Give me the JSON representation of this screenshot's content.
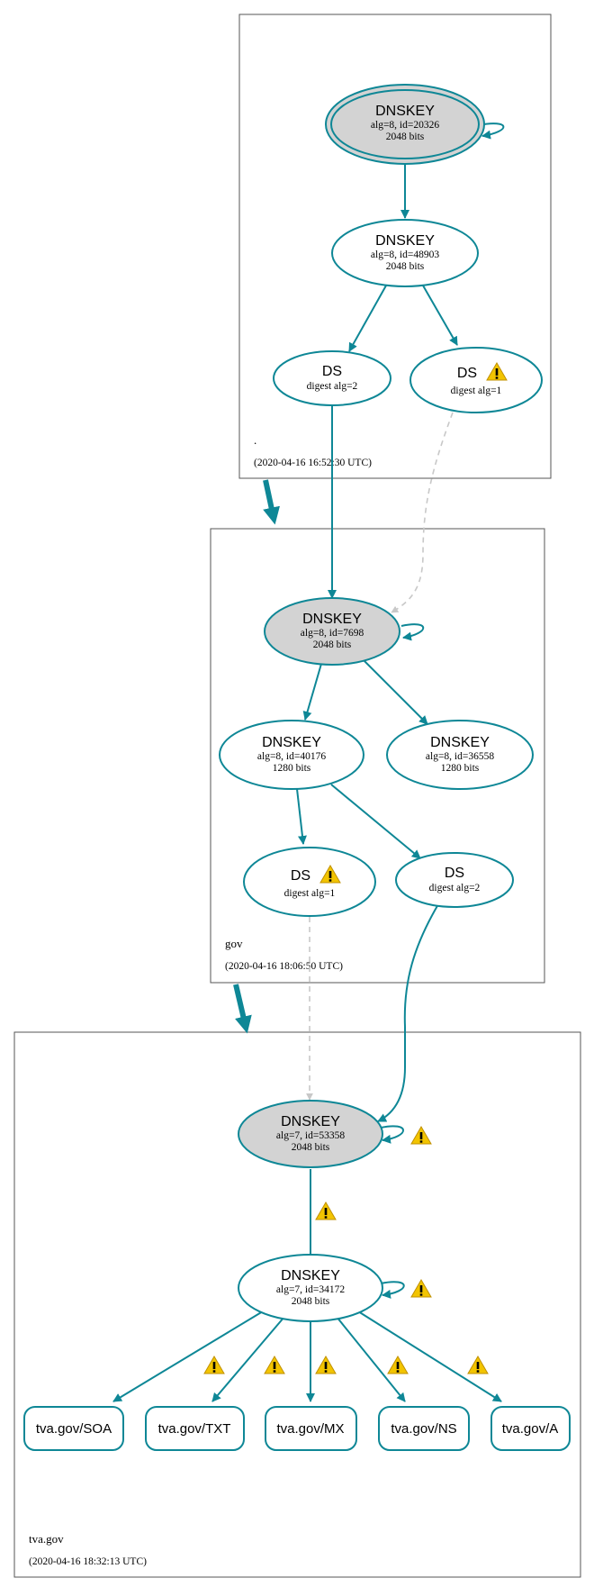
{
  "zones": [
    {
      "id": "root",
      "name": ".",
      "date": "(2020-04-16 16:52:30 UTC)"
    },
    {
      "id": "gov",
      "name": "gov",
      "date": "(2020-04-16 18:06:50 UTC)"
    },
    {
      "id": "tva",
      "name": "tva.gov",
      "date": "(2020-04-16 18:32:13 UTC)"
    }
  ],
  "nodes": {
    "root_ksk": {
      "title": "DNSKEY",
      "lines": [
        "alg=8, id=20326",
        "2048 bits"
      ]
    },
    "root_zsk": {
      "title": "DNSKEY",
      "lines": [
        "alg=8, id=48903",
        "2048 bits"
      ]
    },
    "root_ds2": {
      "title": "DS",
      "lines": [
        "digest alg=2"
      ]
    },
    "root_ds1": {
      "title": "DS",
      "lines": [
        "digest alg=1"
      ]
    },
    "gov_ksk": {
      "title": "DNSKEY",
      "lines": [
        "alg=8, id=7698",
        "2048 bits"
      ]
    },
    "gov_zsk1": {
      "title": "DNSKEY",
      "lines": [
        "alg=8, id=40176",
        "1280 bits"
      ]
    },
    "gov_zsk2": {
      "title": "DNSKEY",
      "lines": [
        "alg=8, id=36558",
        "1280 bits"
      ]
    },
    "gov_ds1": {
      "title": "DS",
      "lines": [
        "digest alg=1"
      ]
    },
    "gov_ds2": {
      "title": "DS",
      "lines": [
        "digest alg=2"
      ]
    },
    "tva_ksk": {
      "title": "DNSKEY",
      "lines": [
        "alg=7, id=53358",
        "2048 bits"
      ]
    },
    "tva_zsk": {
      "title": "DNSKEY",
      "lines": [
        "alg=7, id=34172",
        "2048 bits"
      ]
    }
  },
  "records": [
    "tva.gov/SOA",
    "tva.gov/TXT",
    "tva.gov/MX",
    "tva.gov/NS",
    "tva.gov/A"
  ],
  "colors": {
    "edge": "#0e8796",
    "sep_fill": "#d3d3d3",
    "warning": "#f2c400",
    "insecure_edge": "#c8c8c8"
  },
  "icons": {
    "warning": "warning-triangle-icon"
  }
}
